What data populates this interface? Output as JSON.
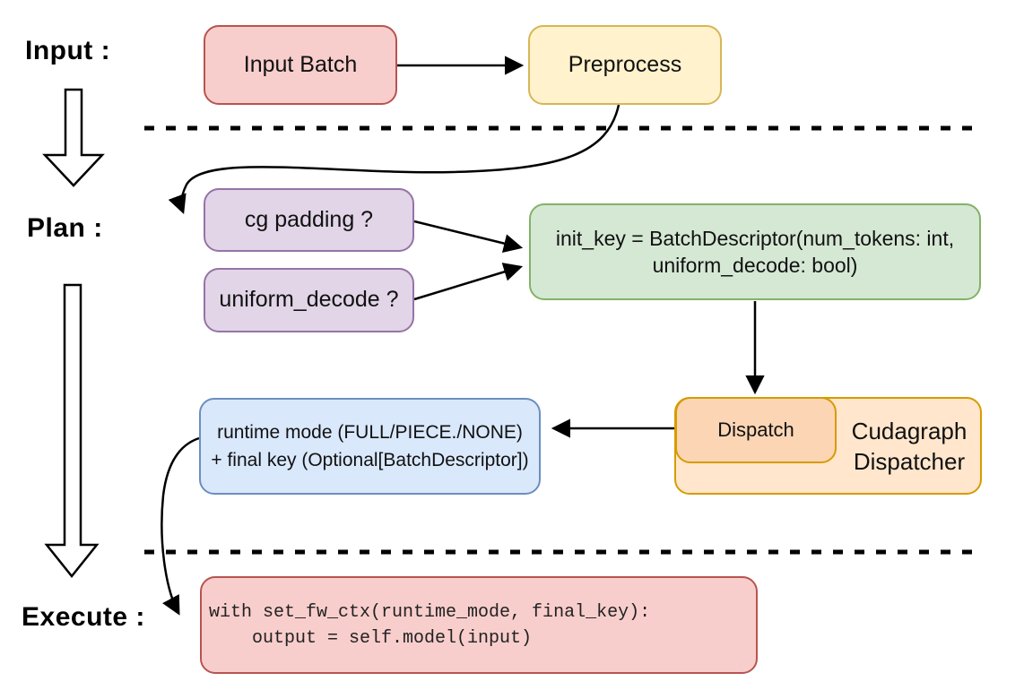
{
  "stage_labels": {
    "input": "Input :",
    "plan": "Plan :",
    "execute": "Execute :"
  },
  "nodes": {
    "input_batch": {
      "label": "Input Batch"
    },
    "preprocess": {
      "label": "Preprocess"
    },
    "cg_padding": {
      "label": "cg padding ?"
    },
    "uniform_decode": {
      "label": "uniform_decode ?"
    },
    "init_key": {
      "line1": "init_key = BatchDescriptor(num_tokens: int,",
      "line2": "uniform_decode: bool)"
    },
    "dispatch": {
      "label": "Dispatch"
    },
    "cudagraph_dispatcher": {
      "line1": "Cudagraph",
      "line2": "Dispatcher"
    },
    "runtime_mode": {
      "line1": "runtime mode (FULL/PIECE./NONE)",
      "line2": "+ final key (Optional[BatchDescriptor])"
    },
    "execute_code": {
      "line1": "with set_fw_ctx(runtime_mode, final_key):",
      "line2": "    output = self.model(input)"
    }
  },
  "colors": {
    "red_fill": "#f8cecc",
    "red_stroke": "#b85450",
    "yellow_fill": "#fff2cc",
    "yellow_stroke": "#d6b656",
    "purple_fill": "#e1d5e7",
    "purple_stroke": "#9673a6",
    "green_fill": "#d5e8d4",
    "green_stroke": "#82b366",
    "blue_fill": "#dae8fc",
    "blue_stroke": "#6c8ebf",
    "orange_fill": "#ffe6cc",
    "orange_stroke": "#d79b00",
    "dispatch_fill": "#fcd5b5",
    "line_color": "#000000"
  }
}
